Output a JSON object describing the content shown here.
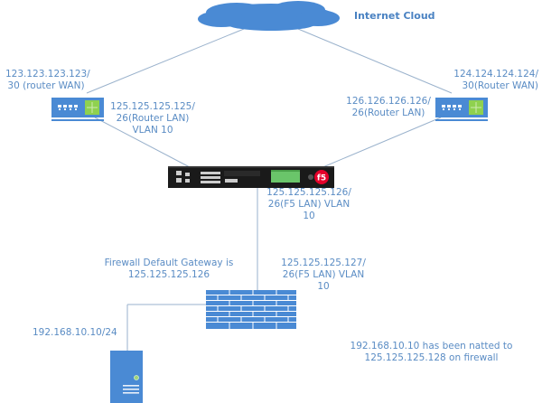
{
  "diagram": {
    "cloud": {
      "label": "Internet Cloud"
    },
    "router_left": {
      "wan_label_line1": "123.123.123.123/",
      "wan_label_line2": "30 (router WAN)",
      "lan_label_line1": "125.125.125.125/",
      "lan_label_line2": "26(Router LAN)",
      "lan_label_line3": "VLAN 10"
    },
    "router_right": {
      "wan_label_line1": "124.124.124.124/",
      "wan_label_line2": "30(Router WAN)",
      "lan_label_line1": "126.126.126.126/",
      "lan_label_line2": "26(Router LAN)"
    },
    "f5": {
      "logo_text": "f5",
      "lan_label_line1": "125.125.125.126/",
      "lan_label_line2": "26(F5 LAN) VLAN",
      "lan_label_line3": "10"
    },
    "firewall": {
      "gateway_note_line1": "Firewall Default Gateway is",
      "gateway_note_line2": "125.125.125.126",
      "lan_label_line1": "125.125.125.127/",
      "lan_label_line2": "26(F5 LAN) VLAN",
      "lan_label_line3": "10"
    },
    "server": {
      "ip_label": "192.168.10.10/24"
    },
    "nat_note": {
      "line1": "192.168.10.10 has been natted to",
      "line2": "125.125.125.128 on firewall"
    },
    "colors": {
      "accent": "#4a8ad4",
      "label": "#5a8cc4",
      "line": "#8aa8c8",
      "router_port": "#ffffff",
      "router_module": "#8fd14f",
      "f5_body": "#1a1a1a",
      "f5_logo": "#e4002b"
    }
  }
}
